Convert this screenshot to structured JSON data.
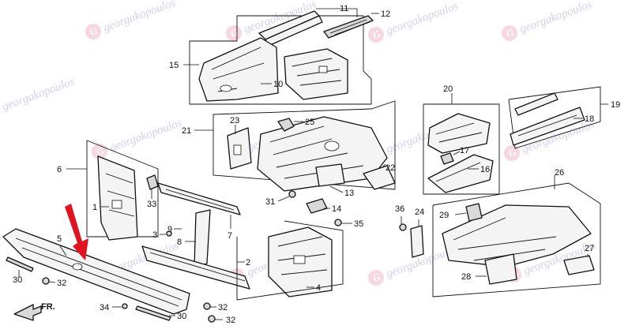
{
  "watermark": {
    "brand_text": "georgakopoulos",
    "logo_glyph": "G",
    "logo_color": "#f2c8d6",
    "text_color": "#c8c8ee"
  },
  "indicator_color": "#e0141e",
  "front_arrow": {
    "label": "FR."
  },
  "callouts": {
    "c1": "1",
    "c2": "2",
    "c3": "3",
    "c4": "4",
    "c5": "5",
    "c6": "6",
    "c7": "7",
    "c8": "8",
    "c9": "9",
    "c10": "10",
    "c11": "11",
    "c12": "12",
    "c13": "13",
    "c14": "14",
    "c15": "15",
    "c16": "16",
    "c17": "17",
    "c18": "18",
    "c19": "19",
    "c20": "20",
    "c21": "21",
    "c22": "22",
    "c23": "23",
    "c24": "24",
    "c25": "25",
    "c26": "26",
    "c27": "27",
    "c28": "28",
    "c29": "29",
    "c30a": "30",
    "c30b": "30",
    "c31": "31",
    "c32a": "32",
    "c32b": "32",
    "c32c": "32",
    "c33": "33",
    "c34": "34",
    "c35": "35",
    "c36": "36"
  }
}
